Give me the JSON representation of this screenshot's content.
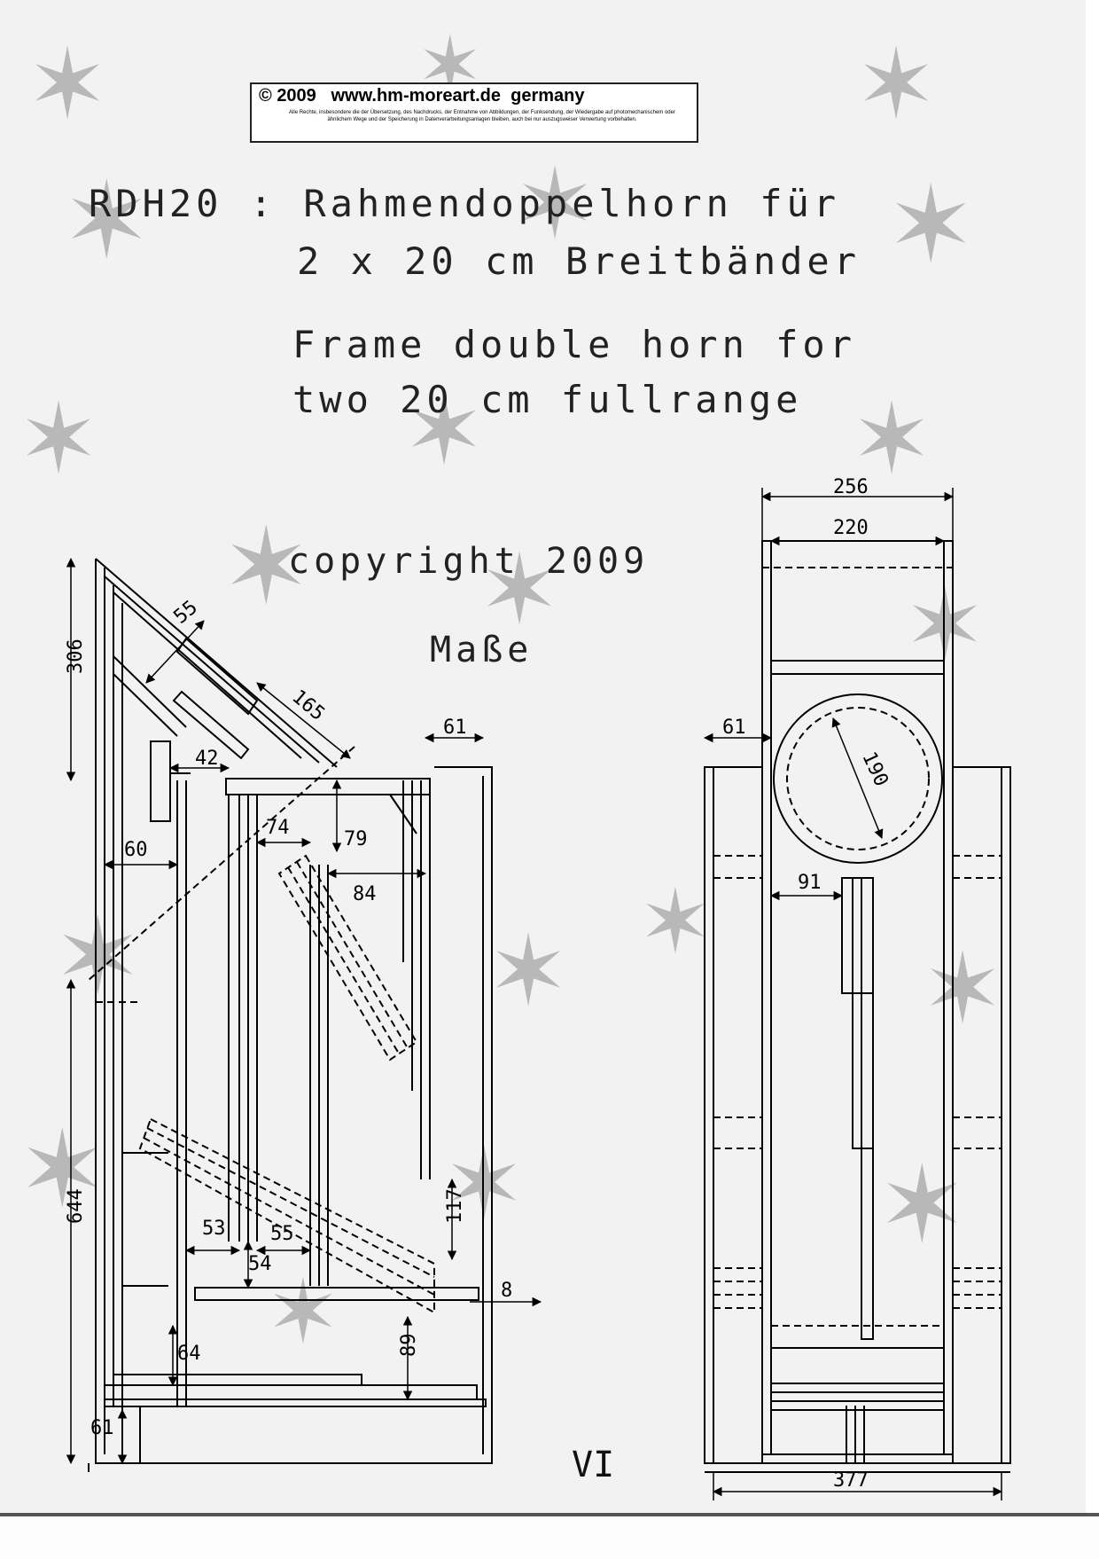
{
  "stamp": {
    "symbol": "©",
    "year": "2009",
    "site": "www.hm-moreart.de",
    "country": "germany",
    "notice": "Alle Rechte, insbesondere die der Übersetzung, des Nachdrucks, der Entnahme von Abbildungen, der Funksendung, der Wiedergabe auf photomechanischem oder ähnlichem Wege und der Speicherung in Datenverarbeitungsanlagen bleiben, auch bei nur auszugsweiser Verwertung vorbehalten."
  },
  "heading": {
    "model": "RDH20",
    "separator": ":",
    "german_line1": "Rahmendoppelhorn für",
    "german_line2": "2 x 20 cm Breitbänder",
    "english_line1": "Frame double horn for",
    "english_line2": "two 20 cm fullrange",
    "copyright": "copyright 2009",
    "dimensions_label": "Maße"
  },
  "side_view_dimensions": {
    "height_top": "306",
    "baffle_depth": "55",
    "baffle_length": "165",
    "driver_offset": "42",
    "top_depth": "61",
    "inner_width": "60",
    "gap_74": "74",
    "gap_79": "79",
    "gap_84": "84",
    "height_main": "644",
    "gap_53": "53",
    "gap_55": "55",
    "gap_54": "54",
    "gap_117": "117",
    "gap_8": "8",
    "gap_64": "64",
    "gap_89": "89",
    "base_61": "61"
  },
  "front_view_dimensions": {
    "outer_width": "256",
    "inner_width": "220",
    "cutout_diameter": "190",
    "side_61": "61",
    "gap_91": "91",
    "base_width": "377"
  },
  "page_number": "VI",
  "colors": {
    "line": "#000000",
    "background": "#f2f2f2",
    "stars": "#b8b8b8"
  }
}
